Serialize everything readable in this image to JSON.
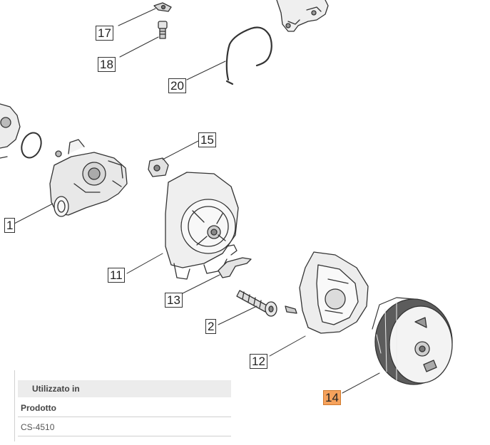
{
  "callouts": {
    "p1": "1",
    "p2": "2",
    "p11": "11",
    "p12": "12",
    "p13": "13",
    "p14": "14",
    "p15": "15",
    "p17": "17",
    "p18": "18",
    "p20": "20"
  },
  "highlight_color": "#f6a25c",
  "usage": {
    "heading": "Utilizzato in",
    "product_label": "Prodotto",
    "product_value": "CS-4510"
  }
}
